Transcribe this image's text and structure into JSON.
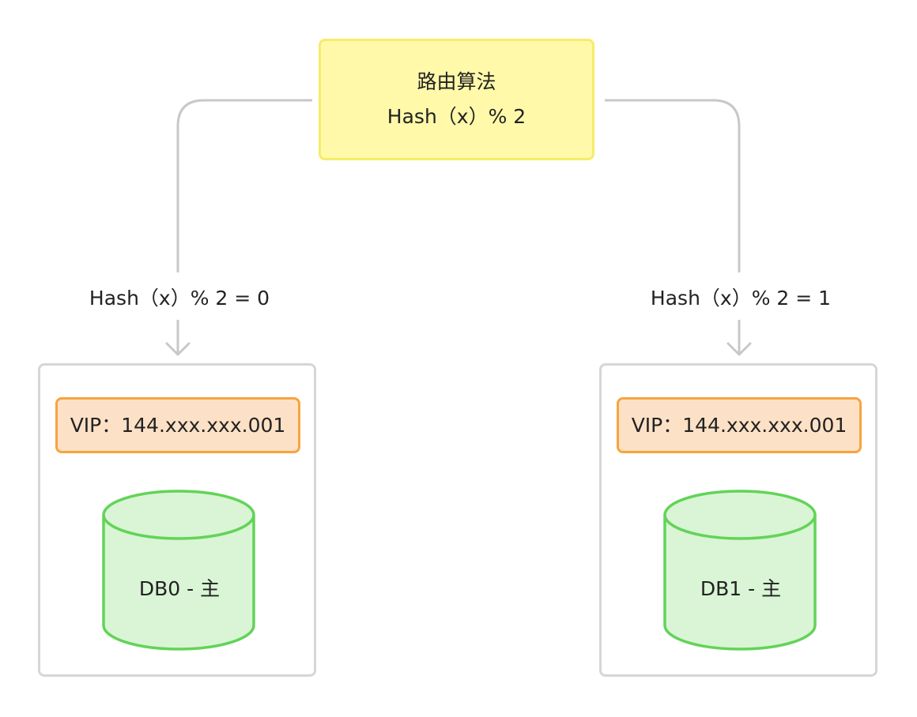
{
  "router": {
    "line1": "路由算法",
    "line2": "Hash（x）% 2"
  },
  "edges": {
    "left_label": "Hash（x）% 2 = 0",
    "right_label": "Hash（x）% 2 = 1"
  },
  "shards": [
    {
      "vip": "VIP：144.xxx.xxx.001",
      "db_label": "DB0 - 主"
    },
    {
      "vip": "VIP：144.xxx.xxx.001",
      "db_label": "DB1 - 主"
    }
  ],
  "colors": {
    "router_fill": "#fff9a9",
    "router_border": "#f6ec6a",
    "vip_fill": "#fde1c6",
    "vip_border": "#f7a440",
    "db_fill": "#d9f5d5",
    "db_border": "#63d358",
    "connector": "#c8c8c8",
    "shard_border": "#d6d6d6"
  }
}
